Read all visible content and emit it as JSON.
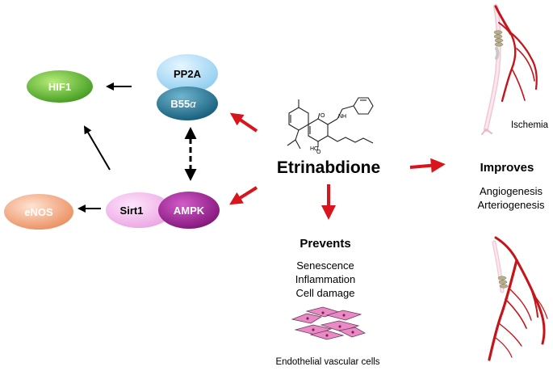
{
  "nodes": {
    "hif1": "HIF1",
    "pp2a": "PP2A",
    "b55_prefix": "B55",
    "b55_greek": "α",
    "enos": "eNOS",
    "sirt1": "Sirt1",
    "ampk": "AMPK"
  },
  "drug": {
    "name": "Etrinabdione",
    "molecule_labels": [
      "HO",
      "O",
      "O",
      "NH"
    ]
  },
  "prevents": {
    "title": "Prevents",
    "items": [
      "Senescence",
      "Inflammation",
      "Cell damage"
    ],
    "cells_caption": "Endothelial vascular cells"
  },
  "improves": {
    "title": "Improves",
    "items": [
      "Angiogenesis",
      "Arteriogenesis"
    ],
    "ischemia_label": "Ischemia"
  },
  "colors": {
    "hif1": "#3f9a1e",
    "pp2a": "#9fd4f3",
    "b55": "#1f6f8f",
    "enos": "#ef9a6d",
    "sirt1": "#f3b3ec",
    "ampk": "#8f1a86",
    "red_arrow": "#d8141c",
    "vessel": "#c5141a",
    "cells": "#e98ac7"
  }
}
